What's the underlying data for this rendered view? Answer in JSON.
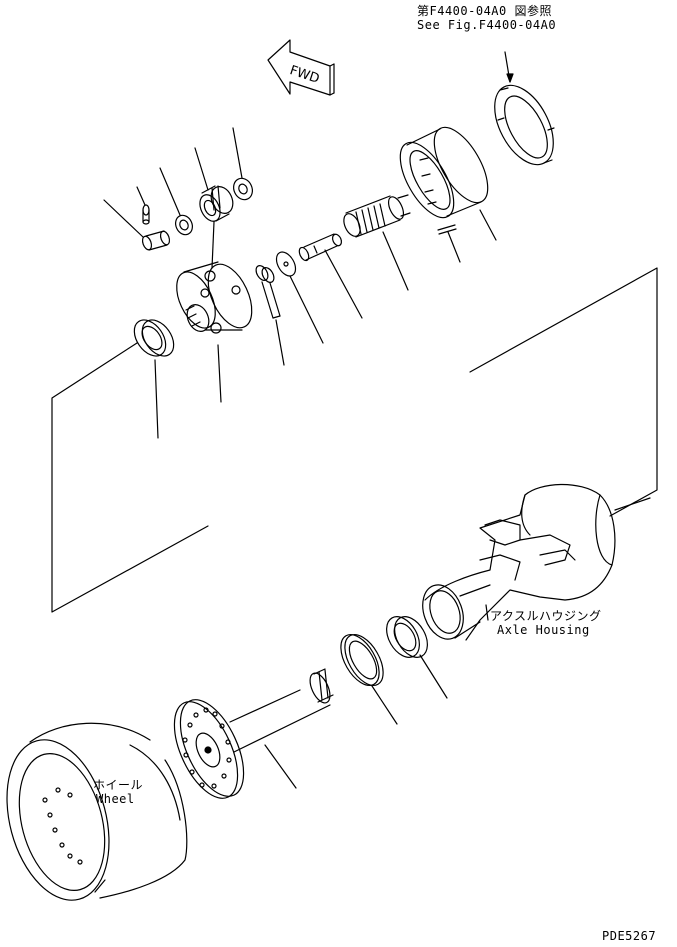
{
  "reference": {
    "label_jp": "第F4400-04A0 図参照",
    "label_en": "See Fig.F4400-04A0"
  },
  "direction": {
    "label": "FWD"
  },
  "callouts": {
    "axle_housing_jp": "アクスルハウジング",
    "axle_housing_en": "Axle Housing",
    "wheel_jp": "ホイール",
    "wheel_en": "Wheel"
  },
  "drawing_code": "PDE5267"
}
